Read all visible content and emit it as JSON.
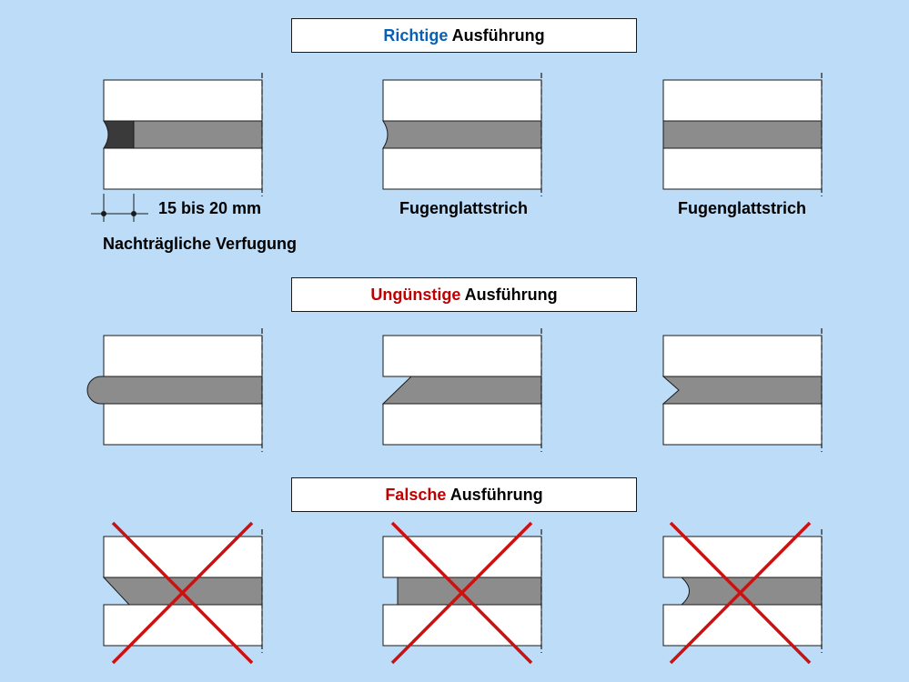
{
  "sections": {
    "correct": {
      "accent": "Richtige",
      "rest": " Ausführung",
      "accent_color": "#0a5fb4"
    },
    "unfavorable": {
      "accent": "Ungünstige",
      "rest": " Ausführung",
      "accent_color": "#c00000"
    },
    "wrong": {
      "accent": "Falsche",
      "rest": " Ausführung",
      "accent_color": "#c00000"
    }
  },
  "labels": {
    "dimension": "15 bis 20 mm",
    "subsequent_joint": "Nachträgliche Verfugung",
    "smooth_joint_1": "Fugenglattstrich",
    "smooth_joint_2": "Fugenglattstrich"
  },
  "colors": {
    "background": "#bddcf7",
    "brick": "#ffffff",
    "mortar": "#8c8c8c",
    "mortar_dark": "#3a3a3a",
    "cross": "#cc1111"
  }
}
